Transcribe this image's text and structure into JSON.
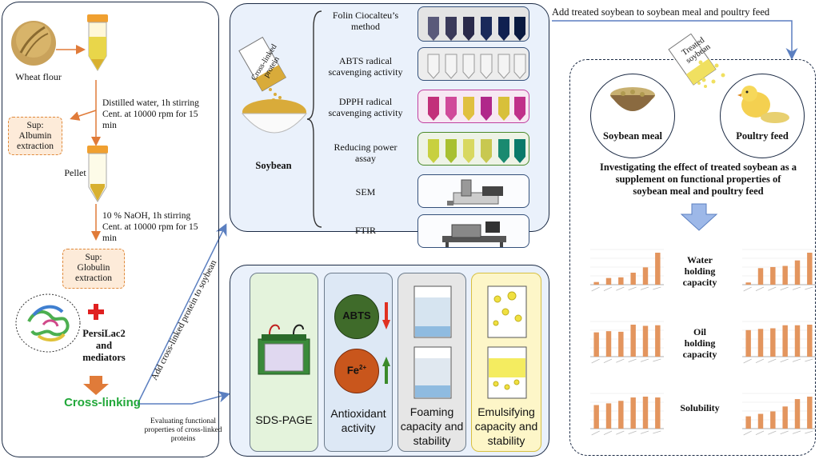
{
  "left": {
    "wheat_flour": "Wheat flour",
    "step1": "Distilled water, 1h stirring\nCent. at 10000 rpm for 15 min",
    "sup1": "Sup:\nAlbumin\nextraction",
    "pellet": "Pellet",
    "step2": "10 % NaOH, 1h stirring\nCent. at 10000 rpm for 15 min",
    "sup2": "Sup:\nGlobulin\nextraction",
    "persilac": "PersiLac2\nand\nmediators",
    "crosslinking": "Cross-linking",
    "eval_label": "Evaluating functional\nproperties of cross-linked\nproteins",
    "add_label": "Add cross-linked protein to soybean"
  },
  "top_center": {
    "vial_label": "Cross-linked\nprotein",
    "soybean": "Soybean",
    "assays": [
      {
        "label": "Folin Ciocalteu’s\nmethod"
      },
      {
        "label": "ABTS radical\nscavenging activity"
      },
      {
        "label": "DPPH radical\nscavenging activity"
      },
      {
        "label": "Reducing power\nassay"
      },
      {
        "label": "SEM"
      },
      {
        "label": "FTIR"
      }
    ]
  },
  "bottom_center": {
    "sds": "SDS-PAGE",
    "abts": "ABTS",
    "fe": "Fe",
    "fe_sup": "2+",
    "antioxidant": "Antioxidant\nactivity",
    "foaming": "Foaming\ncapacity and\nstability",
    "emulsifying": "Emulsifying\ncapacity and\nstability"
  },
  "right": {
    "top_arrow_label": "Add treated soybean to soybean meal and poultry feed",
    "vial_label": "Treated\nsoybean",
    "soybean_meal": "Soybean meal",
    "poultry_feed": "Poultry feed",
    "investigating": "Investigating the effect of treated soybean as a\nsupplement on functional properties of\nsoybean meal and poultry feed",
    "water": "Water\nholding\ncapacity",
    "oil": "Oil\nholding\ncapacity",
    "solubility": "Solubility"
  },
  "colors": {
    "panel_border": "#1b2a44",
    "arrow_orange": "#e07b39",
    "arrow_blue": "#5b7fc0",
    "crosslink_green": "#22a83a",
    "bar_orange": "#e3955e",
    "abts_green": "#3f6b2a",
    "fe_orange": "#c9561c"
  },
  "chart_data": [
    {
      "type": "bar",
      "title": "",
      "values": [
        4,
        10,
        11,
        18,
        26,
        48
      ]
    },
    {
      "type": "bar",
      "title": "",
      "values": [
        4,
        30,
        32,
        34,
        44,
        58
      ]
    },
    {
      "type": "bar",
      "title": "",
      "values": [
        82,
        86,
        84,
        108,
        104,
        106
      ]
    },
    {
      "type": "bar",
      "title": "",
      "values": [
        88,
        92,
        94,
        104,
        104,
        106
      ]
    },
    {
      "type": "bar",
      "title": "",
      "values": [
        28,
        30,
        33,
        37,
        38,
        37
      ]
    },
    {
      "type": "bar",
      "title": "",
      "values": [
        10,
        12,
        14,
        18,
        24,
        26
      ]
    }
  ]
}
